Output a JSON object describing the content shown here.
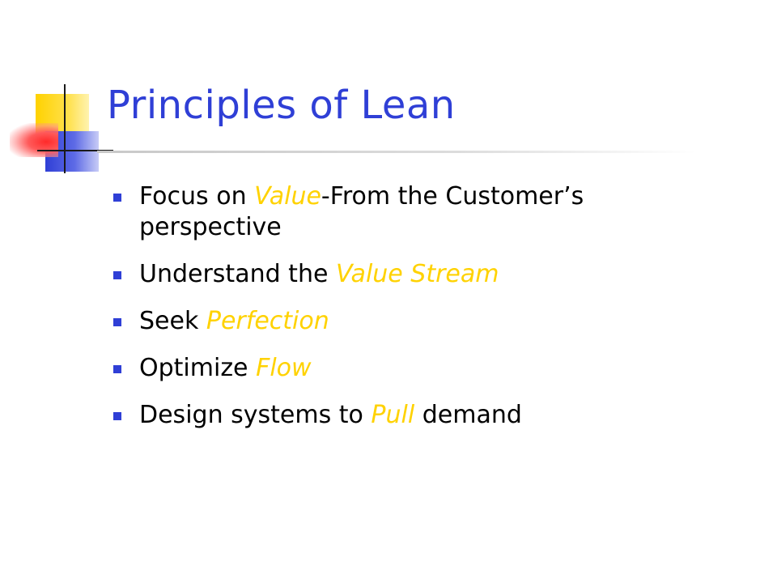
{
  "slide": {
    "title": "Principles of Lean",
    "bullets": [
      {
        "parts": [
          "Focus on ",
          "Value",
          "-From the Customer’s perspective"
        ]
      },
      {
        "parts": [
          "Understand the ",
          "Value Stream",
          ""
        ]
      },
      {
        "parts": [
          "Seek ",
          "Perfection",
          ""
        ]
      },
      {
        "parts": [
          "Optimize ",
          "Flow",
          ""
        ]
      },
      {
        "parts": [
          "Design systems to ",
          "Pull",
          " demand"
        ]
      }
    ]
  },
  "colors": {
    "title": "#2f3fd6",
    "bullet_marker": "#2f3fd6",
    "emphasis": "#ffd200",
    "text": "#000000",
    "logo_yellow": "#ffd200",
    "logo_blue": "#2f3fd6",
    "logo_red": "#ff2a2a"
  }
}
